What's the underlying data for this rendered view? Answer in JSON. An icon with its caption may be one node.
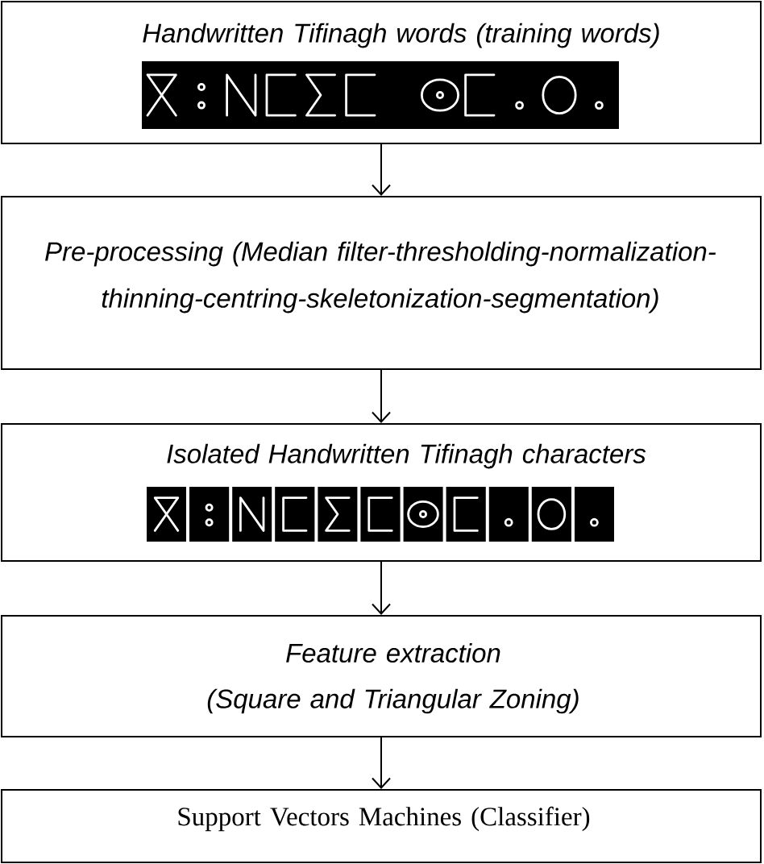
{
  "diagram": {
    "nodes": [
      {
        "text": [
          "Handwritten Tifinagh words (training words)"
        ]
      },
      {
        "text": [
          "Pre-processing (Median filter-thresholding-normalization-thinning-centring-skeletonization-segmentation)"
        ]
      },
      {
        "text": [
          "Isolated Handwritten Tifinagh characters"
        ]
      },
      {
        "text": [
          "Feature extraction",
          "(Square and Triangular Zoning)"
        ]
      },
      {
        "text": [
          "Support Vectors Machines (Classifier)"
        ]
      }
    ],
    "edges": [
      {
        "from": 0,
        "to": 1,
        "arrow": "to"
      },
      {
        "from": 1,
        "to": 2,
        "arrow": "to"
      },
      {
        "from": 2,
        "to": 3,
        "arrow": "to"
      },
      {
        "from": 3,
        "to": 4,
        "arrow": "to"
      }
    ]
  }
}
